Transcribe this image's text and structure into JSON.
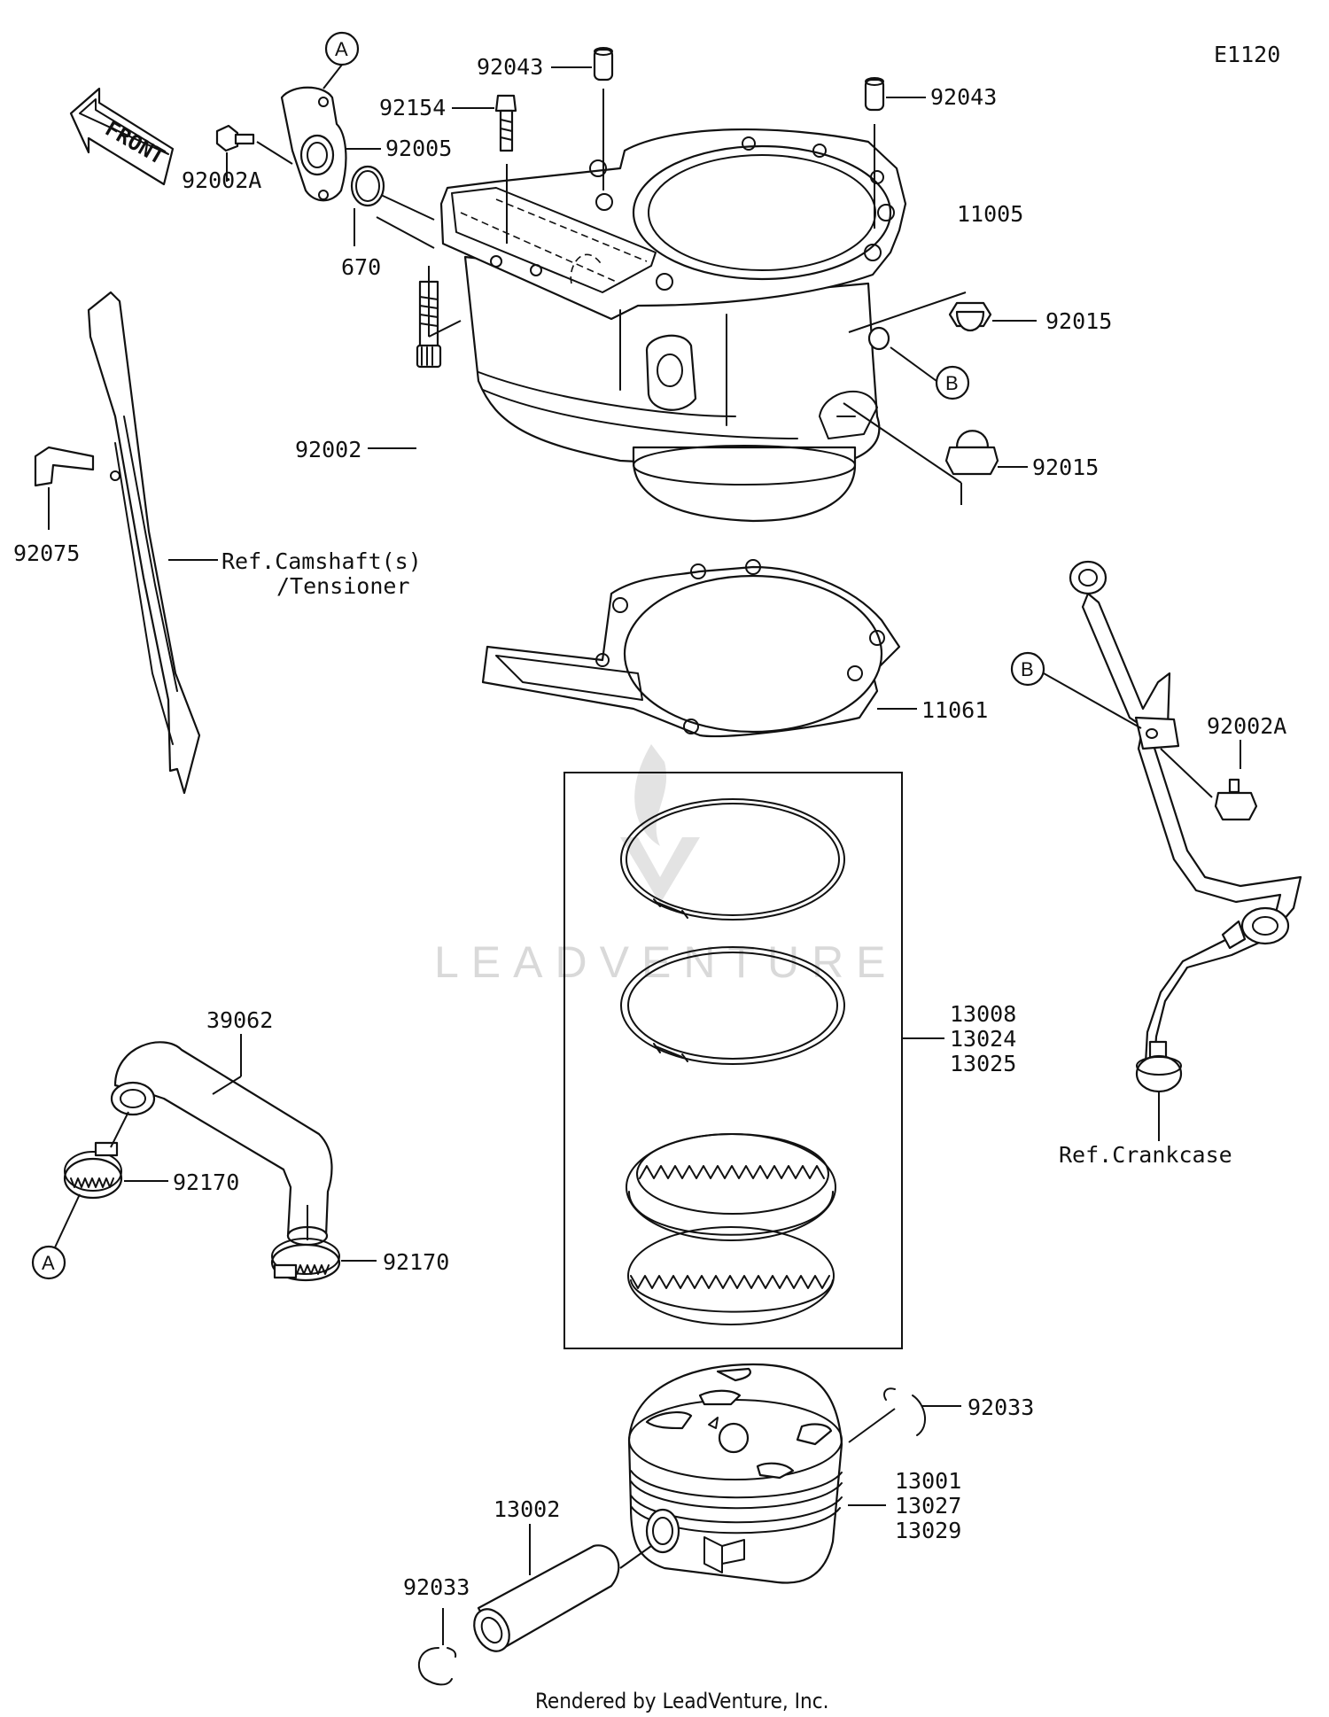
{
  "diagram_code": "E1120",
  "front_label": "FRONT",
  "watermark": "LEADVENTURE",
  "footer": "Rendered by LeadVenture, Inc.",
  "callouts": {
    "a": "A",
    "b": "B"
  },
  "parts": {
    "p92043_top": "92043",
    "p92043_right": "92043",
    "p92154": "92154",
    "p92005": "92005",
    "p92002A_left": "92002A",
    "p670": "670",
    "p11005": "11005",
    "p92015_top": "92015",
    "p92015_bottom": "92015",
    "p92002": "92002",
    "p92075": "92075",
    "ref_camshaft_1": "Ref.Camshaft(s)",
    "ref_camshaft_2": "/Tensioner",
    "p11061": "11061",
    "p92002A_right": "92002A",
    "ring_1": "13008",
    "ring_2": "13024",
    "ring_3": "13025",
    "ref_crankcase": "Ref.Crankcase",
    "p39062": "39062",
    "p92170_top": "92170",
    "p92170_bottom": "92170",
    "p92033_right": "92033",
    "piston_1": "13001",
    "piston_2": "13027",
    "piston_3": "13029",
    "p13002": "13002",
    "p92033_left": "92033"
  }
}
